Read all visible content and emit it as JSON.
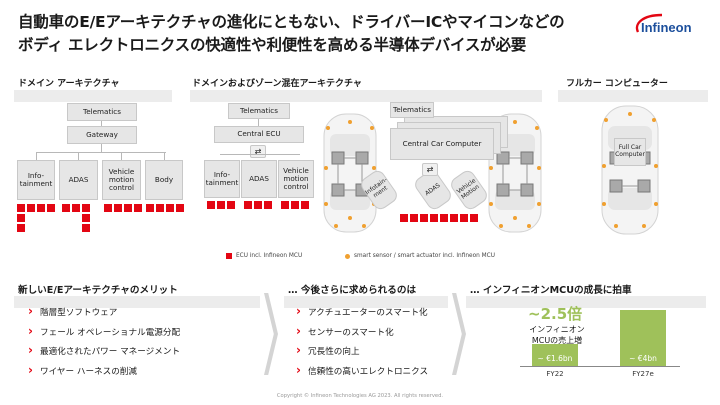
{
  "title_line1": "自動車のE/Eアーキテクチャの進化にともない、ドライバーICやマイコンなどの",
  "title_line2": "ボディ エレクトロニクスの快適性や利便性を高める半導体デバイスが必要",
  "logo_text": "Infineon",
  "brand_color": "#e30613",
  "brand_blue": "#1c4f9c",
  "accent_green": "#9fc15a",
  "sections": {
    "domain": "ドメイン アーキテクチャ",
    "zone": "ドメインおよびゾーン混在アーキテクチャ",
    "full": "フルカー コンピューター"
  },
  "domain_arch": {
    "telematics": "Telematics",
    "gateway": "Gateway",
    "ecus": [
      "Info-\ntainment",
      "ADAS",
      "Vehicle\nmotion\ncontrol",
      "Body"
    ]
  },
  "zone_arch": {
    "telematics": "Telematics",
    "central_ecu": "Central ECU",
    "ecus": [
      "Info-\ntainment",
      "ADAS",
      "Vehicle\nmotion\ncontrol"
    ],
    "telematics2": "Telematics",
    "central_computer": "Central Car Computer",
    "tilted": [
      "Infotain-\nment",
      "ADAS",
      "Vehicle\nMotion"
    ]
  },
  "full_car": {
    "label": "Full Car\nComputer"
  },
  "legend": {
    "ecu": "ECU incl. Infineon MCU",
    "sensor": "smart sensor / smart actuator incl. Infineon MCU"
  },
  "benefits": {
    "heading": "新しいE/Eアーキテクチャのメリット",
    "items": [
      "階層型ソフトウェア",
      "フェール オペレーショナル電源分配",
      "最適化されたパワー マネージメント",
      "ワイヤー ハーネスの削減"
    ]
  },
  "requirements": {
    "heading": "… 今後さらに求められるのは",
    "items": [
      "アクチュエーターのスマート化",
      "センサーのスマート化",
      "冗長性の向上",
      "信頼性の高いエレクトロニクス"
    ]
  },
  "growth": {
    "heading": "… インフィニオンMCUの成長に拍車",
    "multiplier": "~2.5倍",
    "caption_line1": "インフィニオン",
    "caption_line2": "MCUの売上増"
  },
  "chart_data": {
    "type": "bar",
    "categories": [
      "FY22",
      "FY27e"
    ],
    "values": [
      1.6,
      4.0
    ],
    "data_labels": [
      "~ €1.6bn",
      "~ €4bn"
    ],
    "title": "",
    "xlabel": "",
    "ylabel": "",
    "ylim": [
      0,
      4.3
    ],
    "grid": false
  },
  "footer": "Copyright © Infineon Technologies AG 2023. All rights reserved."
}
